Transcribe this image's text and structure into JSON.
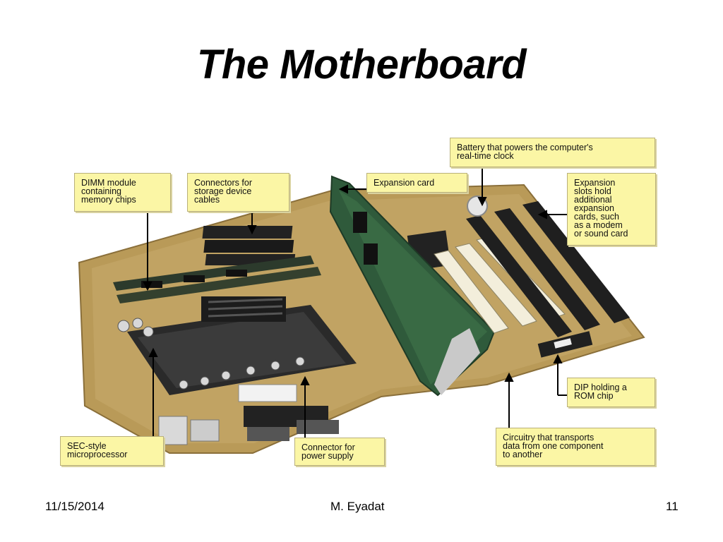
{
  "slide": {
    "title": "The Motherboard"
  },
  "callouts": {
    "dimm": "DIMM module\ncontaining\nmemory chips",
    "storage": "Connectors for\nstorage device\ncables",
    "expansion_card": "Expansion card",
    "battery": "Battery that powers the computer's\nreal-time clock",
    "slots": "Expansion\nslots hold\nadditional\nexpansion\ncards, such\nas a modem\nor sound card",
    "dip": "DIP holding a\nROM chip",
    "circuitry": "Circuitry that transports\ndata from one component\nto another",
    "power": "Connector for\npower supply",
    "sec": "SEC-style\nmicroprocessor"
  },
  "footer": {
    "date": "11/15/2014",
    "author": "M. Eyadat",
    "page": "11"
  },
  "colors": {
    "callout_fill": "#fbf6a5",
    "board": "#bfa25e"
  }
}
